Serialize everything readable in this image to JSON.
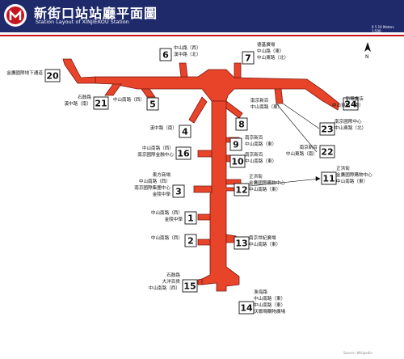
{
  "header": {
    "title": "新街口站站廳平面圖",
    "subtitle": "Station Layout of XINJIEKOU Station",
    "scale_note": "0 5 10 Meters 1:500"
  },
  "colors": {
    "header": "#1f2a6b",
    "accent": "#c8141e",
    "corridor": "#e8442a"
  },
  "compass": {
    "label": "N"
  },
  "footer": "Source: Wikipedia",
  "exits": [
    {
      "num": "1",
      "labels": [
        "中山南路（西）",
        "金陵中學"
      ]
    },
    {
      "num": "2",
      "labels": [
        "中山南路（西）"
      ]
    },
    {
      "num": "3",
      "labels": [
        "東方商場",
        "中山南路（西）",
        "南京國際集團中心",
        "金陵中學"
      ]
    },
    {
      "num": "4",
      "labels": [
        "漢中路（南）"
      ]
    },
    {
      "num": "5",
      "labels": [
        "中山南路（西）"
      ]
    },
    {
      "num": "6",
      "labels": [
        "中山路（西）",
        "漢中路（北）"
      ]
    },
    {
      "num": "7",
      "labels": [
        "德基廣場",
        "中山路（東）",
        "中山東路（北）"
      ]
    },
    {
      "num": "8",
      "labels": [
        "南京新百",
        "中山南路（東）"
      ]
    },
    {
      "num": "9",
      "labels": [
        "南京新百",
        "中山南路（東）"
      ]
    },
    {
      "num": "10",
      "labels": [
        "南京新百",
        "中山南路（東）"
      ]
    },
    {
      "num": "11",
      "labels": [
        "正洪街",
        "金鷹國際購物中心",
        "中山南路（東）"
      ]
    },
    {
      "num": "12",
      "labels": [
        "正洪街",
        "金鷹國際購物中心",
        "中山南路（東）"
      ]
    },
    {
      "num": "13",
      "labels": [
        "南京世紀廣場",
        "中山南路（東）"
      ]
    },
    {
      "num": "14",
      "labels": [
        "淮海路",
        "中山南路（東）",
        "中山南路（東）",
        "沃爾瑪購物廣場"
      ]
    },
    {
      "num": "15",
      "labels": [
        "石鼓路",
        "大洋百貨",
        "中山南路（西）"
      ]
    },
    {
      "num": "16",
      "labels": [
        "中山南路（西）",
        "南京國際金融中心"
      ]
    },
    {
      "num": "20",
      "labels": [
        "金鷹國際地下通道"
      ]
    },
    {
      "num": "21",
      "labels": [
        "石鼓路",
        "漢中路（南）"
      ]
    },
    {
      "num": "22",
      "labels": [
        "南京新百",
        "中山東路（南）"
      ]
    },
    {
      "num": "23",
      "labels": [
        "南京國際中心",
        "中山東路（北）"
      ]
    },
    {
      "num": "24",
      "labels": [
        "新華書店",
        "中山東路（南）"
      ]
    }
  ]
}
